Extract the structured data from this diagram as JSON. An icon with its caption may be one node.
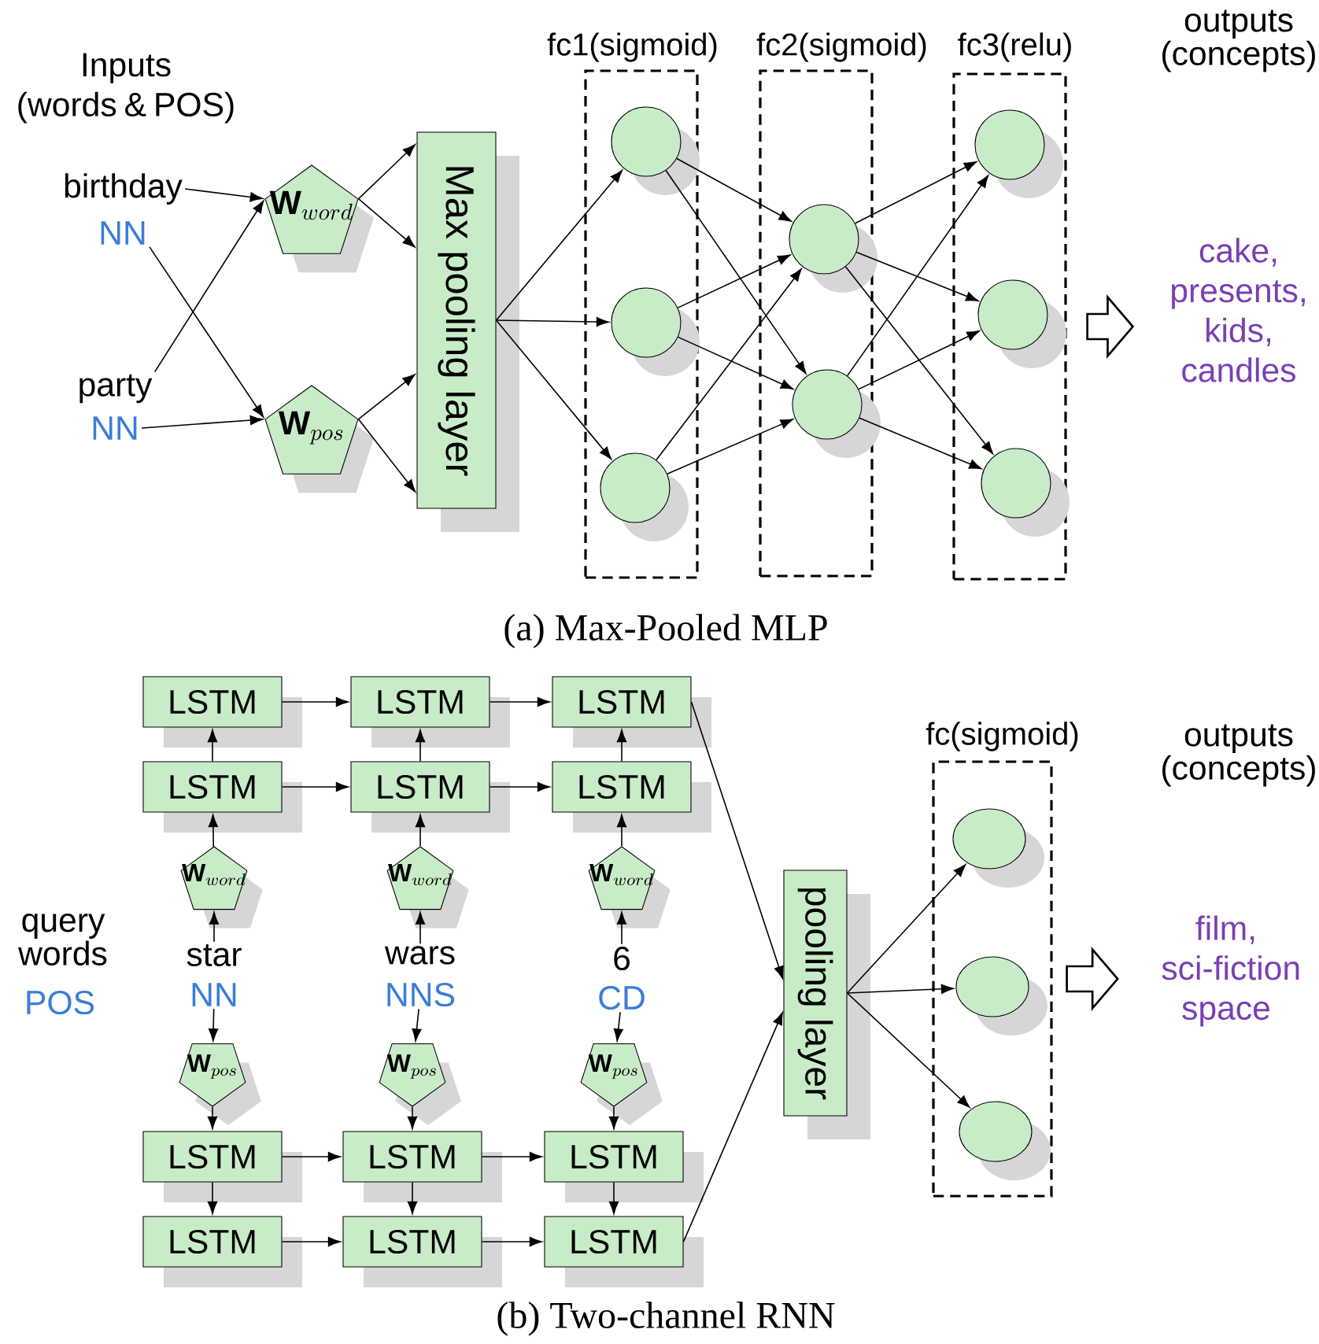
{
  "diagram": {
    "nodes": [
      {
        "text": [
          "birthday"
        ]
      },
      {
        "text": [
          "NN"
        ]
      },
      {
        "text": [
          "party"
        ]
      },
      {
        "text": [
          "NN"
        ]
      },
      {
        "text": [
          "\\mathbf{W}_{word}"
        ]
      },
      {
        "text": [
          "\\mathbf{W}_{pos}"
        ]
      },
      {
        "text": [
          "Max pooling layer"
        ]
      },
      {
        "text": [
          "fc1(sigmoid)"
        ]
      },
      {
        "text": [],
        "shape": "circle",
        "in": 7
      },
      {
        "text": [],
        "shape": "circle",
        "in": 7
      },
      {
        "text": [],
        "shape": "circle",
        "in": 7
      },
      {
        "text": [
          "fc2(sigmoid)"
        ]
      },
      {
        "text": [],
        "shape": "circle",
        "in": 11
      },
      {
        "text": [],
        "shape": "circle",
        "in": 11
      },
      {
        "text": [
          "fc3(relu)"
        ]
      },
      {
        "text": [],
        "shape": "circle",
        "in": 14
      },
      {
        "text": [],
        "shape": "circle",
        "in": 14
      },
      {
        "text": [],
        "shape": "circle",
        "in": 14
      },
      {
        "text": [
          "cake, presents, kids, candles"
        ]
      },
      {
        "text": [
          "LSTM"
        ]
      },
      {
        "text": [
          "LSTM"
        ]
      },
      {
        "text": [
          "LSTM"
        ]
      },
      {
        "text": [
          "LSTM"
        ]
      },
      {
        "text": [
          "LSTM"
        ]
      },
      {
        "text": [
          "LSTM"
        ]
      },
      {
        "text": [
          "\\mathbf{W}_{word}"
        ]
      },
      {
        "text": [
          "\\mathbf{W}_{word}"
        ]
      },
      {
        "text": [
          "\\mathbf{W}_{word}"
        ]
      },
      {
        "text": [
          "star"
        ]
      },
      {
        "text": [
          "wars"
        ]
      },
      {
        "text": [
          "6"
        ]
      },
      {
        "text": [
          "NN"
        ]
      },
      {
        "text": [
          "NNS"
        ]
      },
      {
        "text": [
          "CD"
        ]
      },
      {
        "text": [
          "\\mathbf{W}_{pos}"
        ]
      },
      {
        "text": [
          "\\mathbf{W}_{pos}"
        ]
      },
      {
        "text": [
          "\\mathbf{W}_{pos}"
        ]
      },
      {
        "text": [
          "LSTM"
        ]
      },
      {
        "text": [
          "LSTM"
        ]
      },
      {
        "text": [
          "LSTM"
        ]
      },
      {
        "text": [
          "LSTM"
        ]
      },
      {
        "text": [
          "LSTM"
        ]
      },
      {
        "text": [
          "LSTM"
        ]
      },
      {
        "text": [
          "pooling layer"
        ]
      },
      {
        "text": [
          "fc(sigmoid)"
        ]
      },
      {
        "text": [],
        "shape": "circle",
        "in": 44
      },
      {
        "text": [],
        "shape": "circle",
        "in": 44
      },
      {
        "text": [],
        "shape": "circle",
        "in": 44
      },
      {
        "text": [
          "film, sci-fiction space"
        ]
      }
    ],
    "edges": [
      {
        "from": 0,
        "to": 4,
        "arrow": "to"
      },
      {
        "from": 1,
        "to": 5,
        "arrow": "to"
      },
      {
        "from": 2,
        "to": 4,
        "arrow": "to"
      },
      {
        "from": 3,
        "to": 5,
        "arrow": "to"
      },
      {
        "from": 4,
        "to": 6,
        "arrow": "to"
      },
      {
        "from": 4,
        "to": 6,
        "arrow": "to"
      },
      {
        "from": 5,
        "to": 6,
        "arrow": "to"
      },
      {
        "from": 5,
        "to": 6,
        "arrow": "to"
      },
      {
        "from": 6,
        "to": 8,
        "arrow": "to"
      },
      {
        "from": 6,
        "to": 9,
        "arrow": "to"
      },
      {
        "from": 6,
        "to": 10,
        "arrow": "to"
      },
      {
        "from": 8,
        "to": 12,
        "arrow": "to"
      },
      {
        "from": 8,
        "to": 13,
        "arrow": "to"
      },
      {
        "from": 9,
        "to": 12,
        "arrow": "to"
      },
      {
        "from": 9,
        "to": 13,
        "arrow": "to"
      },
      {
        "from": 10,
        "to": 12,
        "arrow": "to"
      },
      {
        "from": 10,
        "to": 13,
        "arrow": "to"
      },
      {
        "from": 12,
        "to": 15,
        "arrow": "to"
      },
      {
        "from": 12,
        "to": 16,
        "arrow": "to"
      },
      {
        "from": 12,
        "to": 17,
        "arrow": "to"
      },
      {
        "from": 13,
        "to": 15,
        "arrow": "to"
      },
      {
        "from": 13,
        "to": 16,
        "arrow": "to"
      },
      {
        "from": 13,
        "to": 17,
        "arrow": "to"
      },
      {
        "from": 14,
        "to": 18,
        "arrow": "to",
        "style": "thick"
      },
      {
        "from": 19,
        "to": 20,
        "arrow": "to"
      },
      {
        "from": 20,
        "to": 21,
        "arrow": "to"
      },
      {
        "from": 22,
        "to": 23,
        "arrow": "to"
      },
      {
        "from": 23,
        "to": 24,
        "arrow": "to"
      },
      {
        "from": 22,
        "to": 19,
        "arrow": "to"
      },
      {
        "from": 23,
        "to": 20,
        "arrow": "to"
      },
      {
        "from": 24,
        "to": 21,
        "arrow": "to"
      },
      {
        "from": 25,
        "to": 22,
        "arrow": "to"
      },
      {
        "from": 26,
        "to": 23,
        "arrow": "to"
      },
      {
        "from": 27,
        "to": 24,
        "arrow": "to"
      },
      {
        "from": 28,
        "to": 25,
        "arrow": "to"
      },
      {
        "from": 29,
        "to": 26,
        "arrow": "to"
      },
      {
        "from": 30,
        "to": 27,
        "arrow": "to"
      },
      {
        "from": 31,
        "to": 34,
        "arrow": "to"
      },
      {
        "from": 32,
        "to": 35,
        "arrow": "to"
      },
      {
        "from": 33,
        "to": 36,
        "arrow": "to"
      },
      {
        "from": 34,
        "to": 37,
        "arrow": "to"
      },
      {
        "from": 35,
        "to": 38,
        "arrow": "to"
      },
      {
        "from": 36,
        "to": 39,
        "arrow": "to"
      },
      {
        "from": 37,
        "to": 38,
        "arrow": "to"
      },
      {
        "from": 38,
        "to": 39,
        "arrow": "to"
      },
      {
        "from": 37,
        "to": 40,
        "arrow": "to"
      },
      {
        "from": 38,
        "to": 41,
        "arrow": "to"
      },
      {
        "from": 39,
        "to": 42,
        "arrow": "to"
      },
      {
        "from": 40,
        "to": 41,
        "arrow": "to"
      },
      {
        "from": 41,
        "to": 42,
        "arrow": "to"
      },
      {
        "from": 21,
        "to": 43,
        "arrow": "to"
      },
      {
        "from": 42,
        "to": 43,
        "arrow": "to"
      },
      {
        "from": 43,
        "to": 45,
        "arrow": "to"
      },
      {
        "from": 43,
        "to": 46,
        "arrow": "to"
      },
      {
        "from": 43,
        "to": 47,
        "arrow": "to"
      },
      {
        "from": 44,
        "to": 48,
        "arrow": "to",
        "style": "thick"
      }
    ],
    "labels": [
      "Inputs (words & POS)",
      "outputs (concepts)",
      "(a) Max-Pooled MLP",
      "query words",
      "POS",
      "outputs (concepts)",
      "(b) Two-channel RNN"
    ]
  }
}
